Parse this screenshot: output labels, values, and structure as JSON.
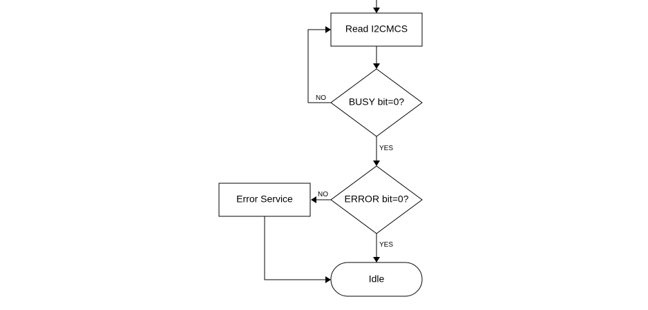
{
  "nodes": {
    "read": "Read I2CMCS",
    "busy": "BUSY bit=0?",
    "error": "ERROR bit=0?",
    "service": "Error Service",
    "idle": "Idle"
  },
  "edges": {
    "busy_no": "NO",
    "busy_yes": "YES",
    "error_no": "NO",
    "error_yes": "YES"
  }
}
